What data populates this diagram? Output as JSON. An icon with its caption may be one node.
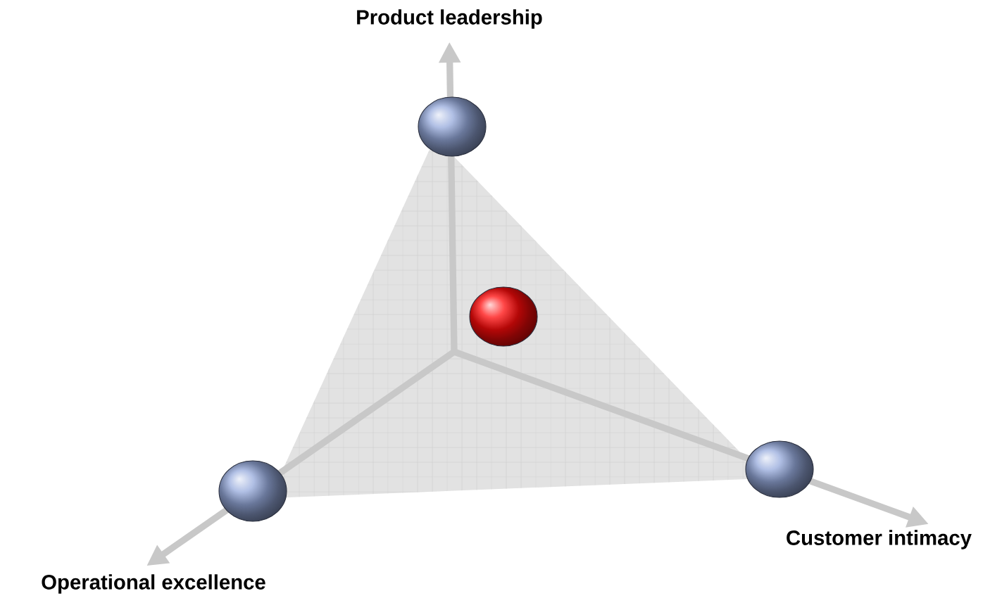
{
  "diagram": {
    "nodes": [
      {
        "text": [
          "Product leadership"
        ]
      },
      {
        "text": [],
        "shape": "circle"
      },
      {
        "text": [],
        "shape": "circle"
      },
      {
        "text": [],
        "shape": "circle"
      },
      {
        "text": [],
        "shape": "circle"
      },
      {
        "text": [
          "Customer intimacy"
        ]
      },
      {
        "text": [
          "Operational excellence"
        ]
      }
    ],
    "edges": [
      {
        "from": null,
        "to": 0,
        "arrow": "to"
      },
      {
        "from": null,
        "to": 5,
        "arrow": "to"
      },
      {
        "from": null,
        "to": 6,
        "arrow": "to"
      }
    ]
  }
}
